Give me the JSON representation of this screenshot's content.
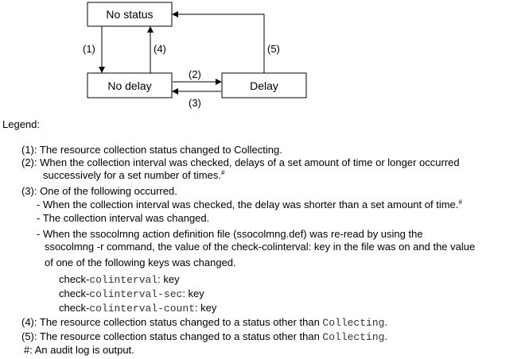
{
  "diagram": {
    "nodes": {
      "no_status": "No status",
      "no_delay": "No delay",
      "delay": "Delay"
    },
    "edges": {
      "e1": "(1)",
      "e2": "(2)",
      "e3": "(3)",
      "e4": "(4)",
      "e5": "(5)"
    }
  },
  "legend": {
    "title": "Legend:",
    "item1": "(1): The resource collection status changed to Collecting.",
    "item2_a": "(2): When the collection interval was checked, delays of a set amount of time or longer occurred",
    "item2_b": "successively for a set number of times.",
    "item3": "(3): One of the following occurred.",
    "item3_1": "- When the collection interval was checked, the delay was shorter than a set amount of time.",
    "item3_2": "- The collection interval was changed.",
    "item3_3a": "- When the ssocolmng action definition file (ssocolmng.def) was re-read by using the",
    "item3_3b": "ssocolmng -r command, the value of the check-colinterval: key in the file was on and the value",
    "item3_3c": "of one of the following keys was changed.",
    "keys": [
      {
        "prefix": "check-",
        "mono": "colinterval",
        "suffix": ": key"
      },
      {
        "prefix": "check-",
        "mono": "colinterval-sec",
        "suffix": ": key"
      },
      {
        "prefix": "check-",
        "mono": "colinterval-count",
        "suffix": ": key"
      }
    ],
    "item4_text": "(4): The resource collection status changed to a status other than ",
    "item4_mono": "Collecting",
    "item4_end": ".",
    "item5_text": "(5): The resource collection status changed to a status other than ",
    "item5_mono": "Collecting",
    "item5_end": ".",
    "note": "#: An audit log is output.",
    "hash": "#"
  }
}
